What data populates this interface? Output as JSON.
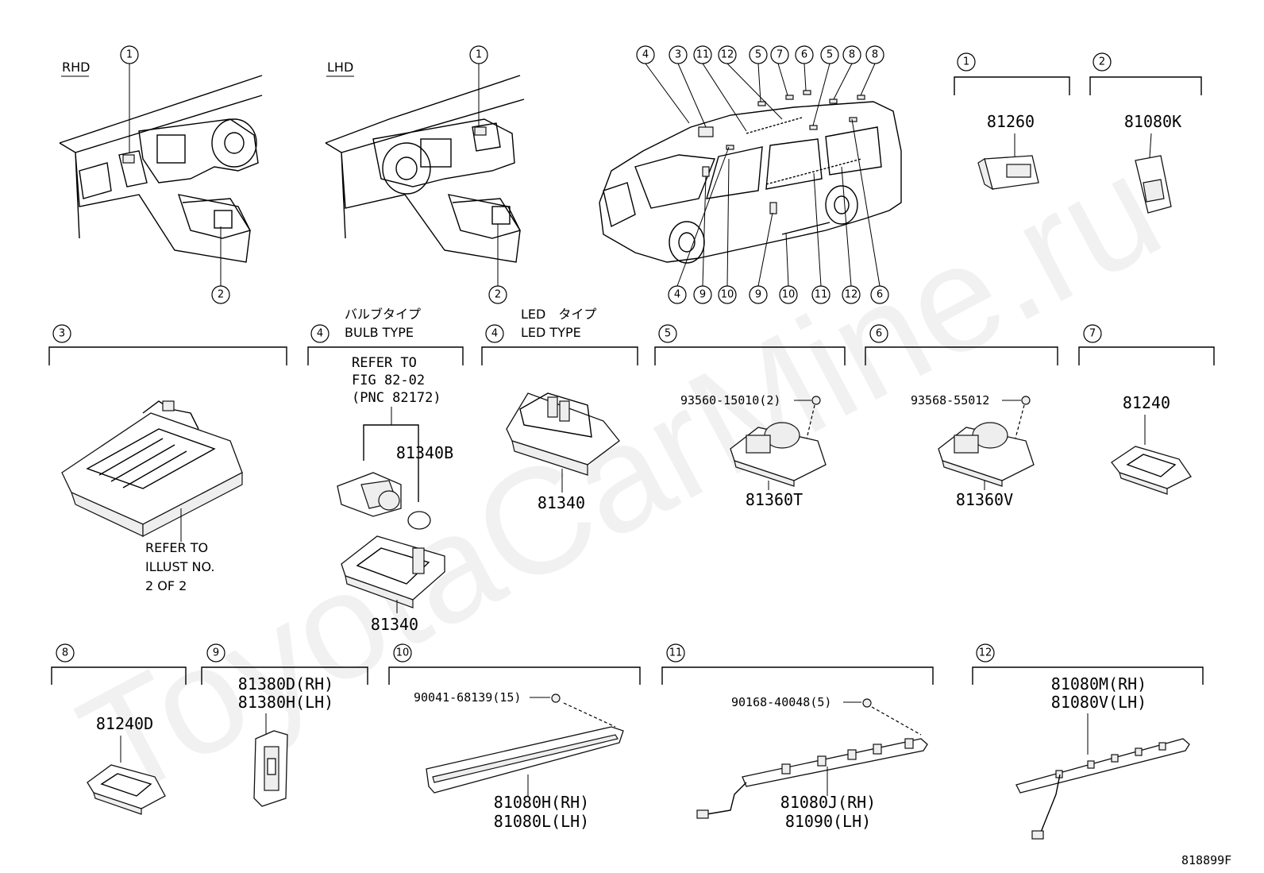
{
  "watermark": "ToyotaCarMine.ru",
  "figure_number": "818899F",
  "overview": {
    "rhd_label": "RHD",
    "lhd_label": "LHD",
    "rhd_callouts": [
      "1",
      "2"
    ],
    "lhd_callouts": [
      "1",
      "2"
    ],
    "van_top_callouts": [
      "4",
      "3",
      "11",
      "12",
      "5",
      "7",
      "6",
      "5",
      "8",
      "8"
    ],
    "van_bottom_callouts": [
      "4",
      "9",
      "10",
      "9",
      "10",
      "11",
      "12",
      "6"
    ]
  },
  "groups": [
    {
      "num": "1",
      "parts": [
        "81260"
      ]
    },
    {
      "num": "2",
      "parts": [
        "81080K"
      ]
    },
    {
      "num": "3",
      "refer_lines": [
        "REFER TO",
        "ILLUST NO.",
        "2 OF 2"
      ]
    },
    {
      "num": "4",
      "type_jp": "バルブタイプ",
      "type_en": "BULB TYPE",
      "refer_lines": [
        "REFER TO",
        "FIG 82-02",
        "(PNC 82172)"
      ],
      "parts": [
        "81340B",
        "81340"
      ]
    },
    {
      "num": "4",
      "type_jp": "LED　タイプ",
      "type_en": "LED TYPE",
      "parts": [
        "81340"
      ]
    },
    {
      "num": "5",
      "screw": "93560-15010(2)",
      "parts": [
        "81360T"
      ]
    },
    {
      "num": "6",
      "screw": "93568-55012",
      "parts": [
        "81360V"
      ]
    },
    {
      "num": "7",
      "parts": [
        "81240"
      ]
    },
    {
      "num": "8",
      "parts": [
        "81240D"
      ]
    },
    {
      "num": "9",
      "parts": [
        "81380D(RH)",
        "81380H(LH)"
      ]
    },
    {
      "num": "10",
      "screw": "90041-68139(15)",
      "parts": [
        "81080H(RH)",
        "81080L(LH)"
      ]
    },
    {
      "num": "11",
      "screw": "90168-40048(5)",
      "parts": [
        "81080J(RH)",
        "81090(LH)"
      ]
    },
    {
      "num": "12",
      "parts": [
        "81080M(RH)",
        "81080V(LH)"
      ]
    }
  ]
}
